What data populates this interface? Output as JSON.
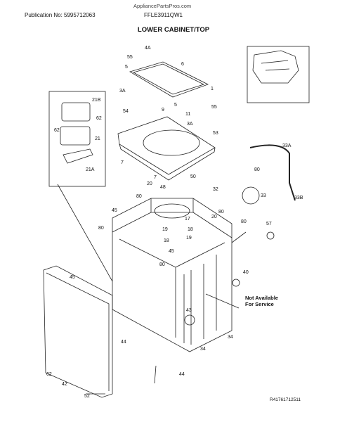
{
  "header": {
    "watermark": "AppliancePartsPros.com",
    "publication": "Publication No: 5995712063",
    "model": "FFLE3911QW1",
    "title": "LOWER CABINET/TOP"
  },
  "note": {
    "line1": "Not Available",
    "line2": "For Service"
  },
  "reference": "R41761712511",
  "callouts": [
    "55",
    "5",
    "4A",
    "6",
    "3A",
    "1",
    "9",
    "5",
    "55",
    "11",
    "54",
    "3A",
    "53",
    "21B",
    "62",
    "62",
    "21",
    "21A",
    "7",
    "7",
    "50",
    "33A",
    "80",
    "33B",
    "20",
    "48",
    "80",
    "32",
    "33",
    "45",
    "17",
    "80",
    "80",
    "19",
    "18",
    "20",
    "19",
    "80",
    "18",
    "45",
    "57",
    "80",
    "45",
    "40",
    "43",
    "44",
    "34",
    "34",
    "62",
    "42",
    "52",
    "44"
  ]
}
